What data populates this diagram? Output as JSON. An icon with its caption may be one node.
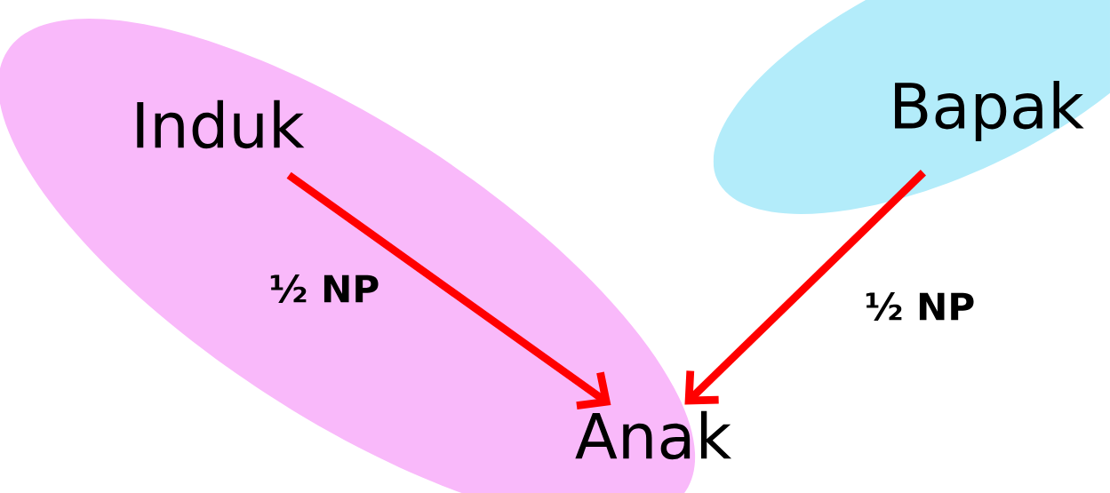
{
  "diagram": {
    "nodes": [
      {
        "text": [],
        "shape": "ellipse"
      },
      {
        "text": [
          "Induk"
        ],
        "in": 0
      },
      {
        "text": [],
        "shape": "ellipse"
      },
      {
        "text": [
          "Bapak"
        ],
        "in": 2
      },
      {
        "text": [
          "Anak"
        ],
        "in": 0
      }
    ],
    "edges": [
      {
        "from": 1,
        "to": 4,
        "arrow": "to",
        "label": "½ NP"
      },
      {
        "from": 3,
        "to": 4,
        "arrow": "to",
        "label": "½ NP"
      }
    ]
  }
}
